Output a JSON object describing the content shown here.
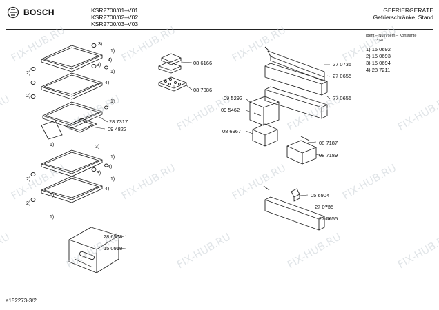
{
  "header": {
    "brand": "BOSCH",
    "models": [
      "KSR2700/01–V01",
      "KSR2700/02–V02",
      "KSR2700/03–V03"
    ],
    "category": "GEFRIERGERÄTE",
    "subcategory": "Gefrierschränke, Stand"
  },
  "ident": {
    "heading": "Ident – Nummern – Konstante",
    "code": "3740",
    "entries": [
      "1) 15 0692",
      "2) 15 0693",
      "3) 15 0694",
      "4) 28 7211"
    ]
  },
  "part_numbers": [
    "08 6166",
    "08 7086",
    "28 7317",
    "09 4822",
    "28 6558",
    "15 0918",
    "27 0735",
    "27 0655",
    "27 0655",
    "09 5292",
    "09 5462",
    "08 6967",
    "08 7187",
    "08 7189",
    "05 6904",
    "27 0735",
    "27 0655"
  ],
  "callouts": [
    "1)",
    "2)",
    "3)",
    "4)"
  ],
  "watermark": "FIX-HUB.RU",
  "footer": "e152273-3/2",
  "colors": {
    "line": "#222222",
    "watermark": "#c9d0d6"
  }
}
